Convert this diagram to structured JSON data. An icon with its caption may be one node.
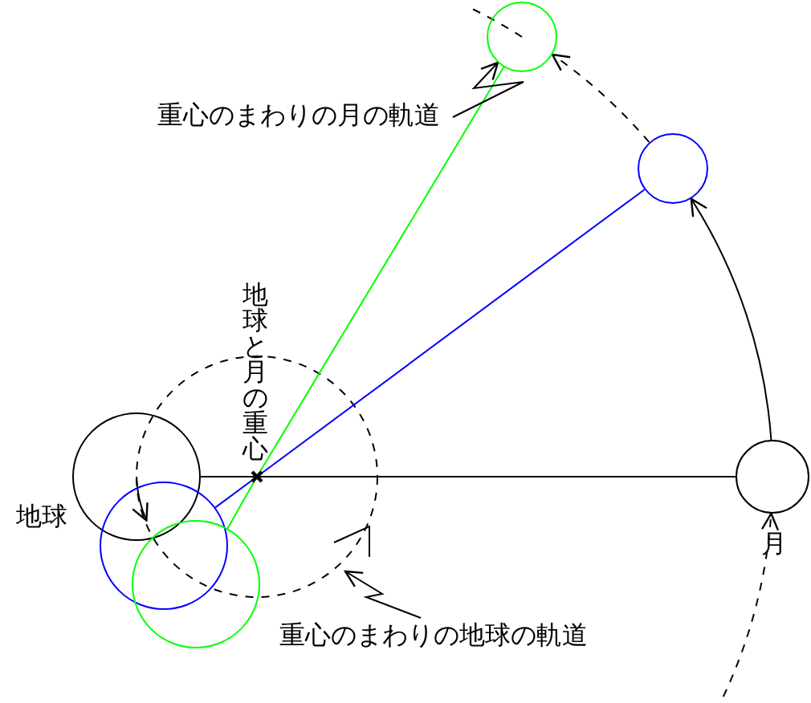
{
  "diagram": {
    "nodes": [
      {
        "text": [
          "地球"
        ]
      },
      {
        "text": [],
        "shape": "circle"
      },
      {
        "text": [],
        "shape": "circle"
      },
      {
        "text": [
          "地球と月の重心"
        ]
      },
      {
        "text": [
          "月"
        ]
      },
      {
        "text": [],
        "shape": "circle"
      },
      {
        "text": [],
        "shape": "circle"
      },
      {
        "text": [
          "重心のまわりの月の軌道"
        ]
      },
      {
        "text": [
          "重心のまわりの地球の軌道"
        ]
      }
    ],
    "edges": [
      {
        "from": 0,
        "to": 3,
        "arrow": "none"
      },
      {
        "from": 3,
        "to": 4,
        "arrow": "none"
      },
      {
        "from": 1,
        "to": 3,
        "arrow": "none",
        "color": "#0000ff"
      },
      {
        "from": 3,
        "to": 5,
        "arrow": "none",
        "color": "#0000ff"
      },
      {
        "from": 2,
        "to": 3,
        "arrow": "none",
        "color": "#00ff00"
      },
      {
        "from": 3,
        "to": 6,
        "arrow": "none",
        "color": "#00ff00"
      },
      {
        "from": 4,
        "to": 5,
        "arrow": "to"
      },
      {
        "from": 0,
        "to": 1,
        "arrow": "to"
      },
      {
        "from": 5,
        "to": 6,
        "arrow": "to",
        "style": "dashed"
      },
      {
        "from": null,
        "to": 4,
        "arrow": "to",
        "style": "dashed"
      },
      {
        "from": 7,
        "to": 6,
        "arrow": "to"
      },
      {
        "from": 8,
        "to": null,
        "arrow": "to"
      }
    ]
  }
}
